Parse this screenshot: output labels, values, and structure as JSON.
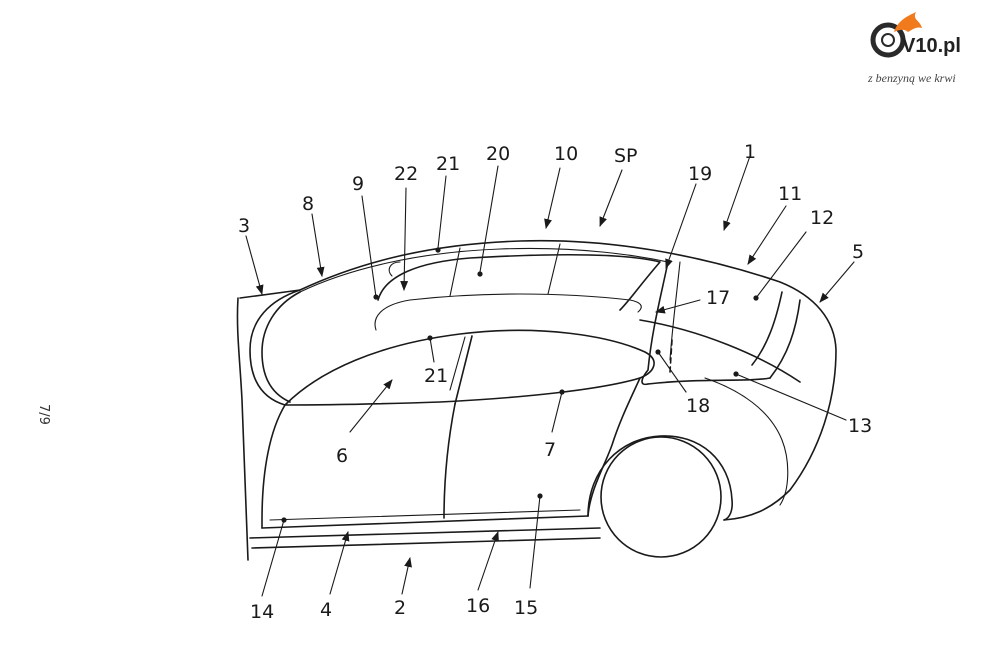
{
  "logo": {
    "brand": "V10.pl",
    "tagline": "z benzyną we krwi",
    "flame_color": "#f07a1c"
  },
  "page_number": "7/9",
  "labels": {
    "l1": "1",
    "l2": "2",
    "l3": "3",
    "l4": "4",
    "l5": "5",
    "l6": "6",
    "l7": "7",
    "l8": "8",
    "l9": "9",
    "l10": "10",
    "l11": "11",
    "l12": "12",
    "l13": "13",
    "l14": "14",
    "l15": "15",
    "l16": "16",
    "l17": "17",
    "l18": "18",
    "l19": "19",
    "l20": "20",
    "l21a": "21",
    "l21b": "21",
    "l22": "22",
    "lSP": "SP"
  }
}
